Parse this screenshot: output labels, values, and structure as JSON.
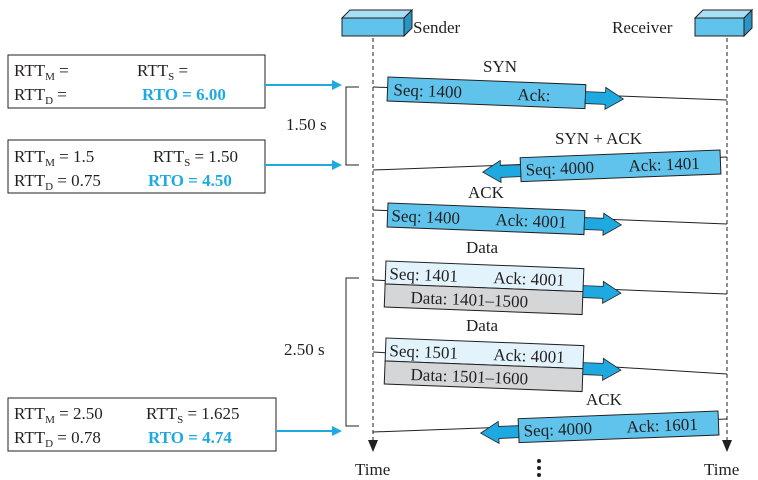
{
  "colors": {
    "accent": "#1fa9e1",
    "packet_light": "#e2f3fb",
    "packet_gray": "#d5d6d8",
    "line": "#231f20",
    "host_box": "#5fc3ec"
  },
  "hosts": {
    "sender": "Sender",
    "receiver": "Receiver",
    "time_left": "Time",
    "time_right": "Time"
  },
  "intervals": {
    "first": "1.50 s",
    "second": "2.50 s"
  },
  "packets": {
    "syn": {
      "title": "SYN",
      "seq": "Seq: 1400",
      "ack": "Ack:"
    },
    "synack": {
      "title": "SYN + ACK",
      "seq": "Seq: 4000",
      "ack": "Ack: 1401"
    },
    "ack1": {
      "title": "ACK",
      "seq": "Seq: 1400",
      "ack": "Ack: 4001"
    },
    "data1": {
      "title": "Data",
      "seq": "Seq: 1401",
      "ack": "Ack: 4001",
      "data": "Data: 1401–1500"
    },
    "data2": {
      "title": "Data",
      "seq": "Seq: 1501",
      "ack": "Ack: 4001",
      "data": "Data: 1501–1600"
    },
    "ack2": {
      "title": "ACK",
      "seq": "Seq: 4000",
      "ack": "Ack: 1601"
    }
  },
  "rtt_boxes": [
    {
      "rttm": "RTT",
      "rttm_sub": "M",
      "rttm_val": " = ",
      "rtts": "RTT",
      "rtts_sub": "S",
      "rtts_val": " =",
      "rttd": "RTT",
      "rttd_sub": "D",
      "rttd_val": " = ",
      "rto": "RTO = 6.00"
    },
    {
      "rttm": "RTT",
      "rttm_sub": "M",
      "rttm_val": " = 1.5",
      "rtts": "RTT",
      "rtts_sub": "S",
      "rtts_val": " = 1.50",
      "rttd": "RTT",
      "rttd_sub": "D",
      "rttd_val": " = 0.75",
      "rto": "RTO = 4.50"
    },
    {
      "rttm": "RTT",
      "rttm_sub": "M",
      "rttm_val": " = 2.50",
      "rtts": "RTT",
      "rtts_sub": "S",
      "rtts_val": " = 1.625",
      "rttd": "RTT",
      "rttd_sub": "D",
      "rttd_val": " = 0.78",
      "rto": "RTO = 4.74"
    }
  ]
}
